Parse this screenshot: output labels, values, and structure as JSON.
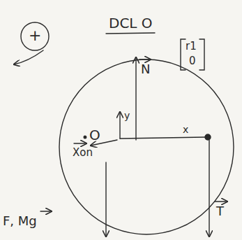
{
  "diagram": {
    "title": "DCL O",
    "labels": [
      "+",
      "N",
      "y",
      "O",
      "Xon",
      "x",
      "r1",
      "0",
      "T",
      "F, Mg"
    ]
  }
}
